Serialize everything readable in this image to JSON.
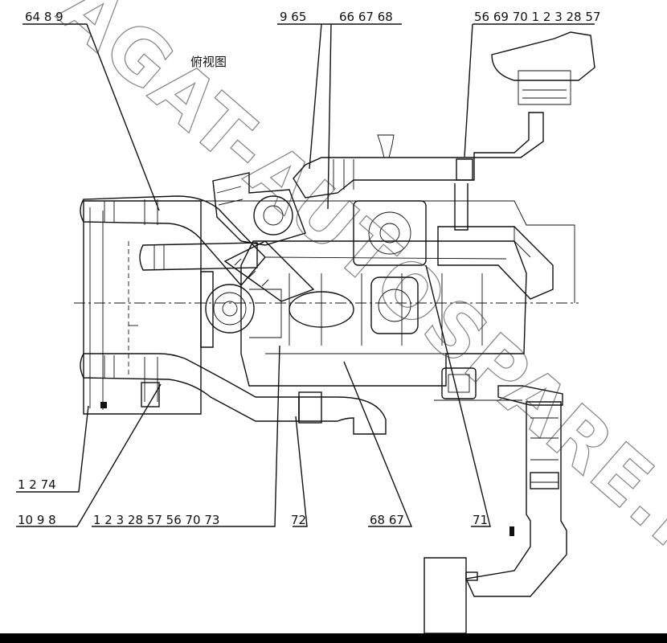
{
  "drawing": {
    "view_title": "俯视图",
    "watermark": "AGAT-AUTOSPARE.RU",
    "callouts": {
      "top_left": "64 8 9",
      "top_mid_a": "9 65",
      "top_mid_b": "66 67 68",
      "top_right": "56 69 70 1 2 3 28 57",
      "left_mid": "1 2 74",
      "bottom_left": "10 9 8",
      "bottom_mid": "1 2 3 28 57 56 70 73",
      "bottom_72": "72",
      "bottom_6867": "68 67",
      "bottom_71": "71"
    }
  },
  "colors": {
    "ink": "#111111",
    "paper": "#ffffff",
    "bottom_bar": "#000000"
  }
}
